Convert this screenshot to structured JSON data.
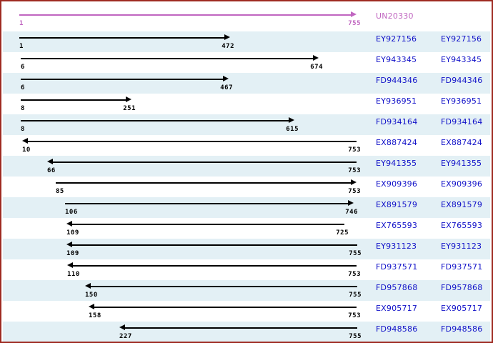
{
  "frame": {
    "border_color": "#9e2a21",
    "background": "#ffffff",
    "stripe_color": "#e3f0f5"
  },
  "colors": {
    "query_track": "#c065c0",
    "hit_track": "#000000",
    "accession_text": "#1010c8",
    "coordinate_text": "#000000"
  },
  "query": {
    "name": "UN20330",
    "start_label": "1",
    "end_label": "755",
    "direction": "right"
  },
  "chart_data": {
    "type": "bar",
    "title": "UN20330",
    "xlabel": "",
    "ylabel": "",
    "xlim": [
      1,
      755
    ],
    "grid": false,
    "legend": null,
    "categories": [
      "EY927156",
      "EY943345",
      "FD944346",
      "EY936951",
      "FD934164",
      "EX887424",
      "EY941355",
      "EX909396",
      "EX891579",
      "EX765593",
      "EY931123",
      "FD937571",
      "FD957868",
      "EX905717",
      "FD948586"
    ],
    "series": [
      {
        "name": "start",
        "values": [
          1,
          6,
          6,
          8,
          8,
          10,
          66,
          85,
          106,
          109,
          109,
          110,
          150,
          158,
          227
        ]
      },
      {
        "name": "end",
        "values": [
          472,
          674,
          467,
          251,
          615,
          753,
          753,
          753,
          746,
          725,
          755,
          753,
          755,
          753,
          755
        ]
      }
    ]
  },
  "rows": [
    {
      "name": "EY927156",
      "name2": "EY927156",
      "start": "1",
      "end": "472",
      "direction": "right",
      "x1": 25,
      "x2": 320
    },
    {
      "name": "EY943345",
      "name2": "EY943345",
      "start": "6",
      "end": "674",
      "direction": "right",
      "x1": 27,
      "x2": 444
    },
    {
      "name": "FD944346",
      "name2": "FD944346",
      "start": "6",
      "end": "467",
      "direction": "right",
      "x1": 27,
      "x2": 318
    },
    {
      "name": "EY936951",
      "name2": "EY936951",
      "start": "8",
      "end": "251",
      "direction": "right",
      "x1": 27,
      "x2": 182
    },
    {
      "name": "FD934164",
      "name2": "FD934164",
      "start": "8",
      "end": "615",
      "direction": "right",
      "x1": 27,
      "x2": 410
    },
    {
      "name": "EX887424",
      "name2": "EX887424",
      "start": "10",
      "end": "753",
      "direction": "left",
      "x1": 29,
      "x2": 497
    },
    {
      "name": "EY941355",
      "name2": "EY941355",
      "start": "66",
      "end": "753",
      "direction": "left",
      "x1": 64,
      "x2": 497
    },
    {
      "name": "EX909396",
      "name2": "EX909396",
      "start": "85",
      "end": "753",
      "direction": "right",
      "x1": 76,
      "x2": 497
    },
    {
      "name": "EX891579",
      "name2": "EX891579",
      "start": "106",
      "end": "746",
      "direction": "right",
      "x1": 89,
      "x2": 493
    },
    {
      "name": "EX765593",
      "name2": "EX765593",
      "start": "109",
      "end": "725",
      "direction": "left",
      "x1": 91,
      "x2": 480
    },
    {
      "name": "EY931123",
      "name2": "EY931123",
      "start": "109",
      "end": "755",
      "direction": "left",
      "x1": 91,
      "x2": 498
    },
    {
      "name": "FD937571",
      "name2": "FD937571",
      "start": "110",
      "end": "753",
      "direction": "left",
      "x1": 92,
      "x2": 497
    },
    {
      "name": "FD957868",
      "name2": "FD957868",
      "start": "150",
      "end": "755",
      "direction": "left",
      "x1": 117,
      "x2": 498
    },
    {
      "name": "EX905717",
      "name2": "EX905717",
      "start": "158",
      "end": "753",
      "direction": "left",
      "x1": 122,
      "x2": 497
    },
    {
      "name": "FD948586",
      "name2": "FD948586",
      "start": "227",
      "end": "755",
      "direction": "left",
      "x1": 165,
      "x2": 498
    }
  ]
}
